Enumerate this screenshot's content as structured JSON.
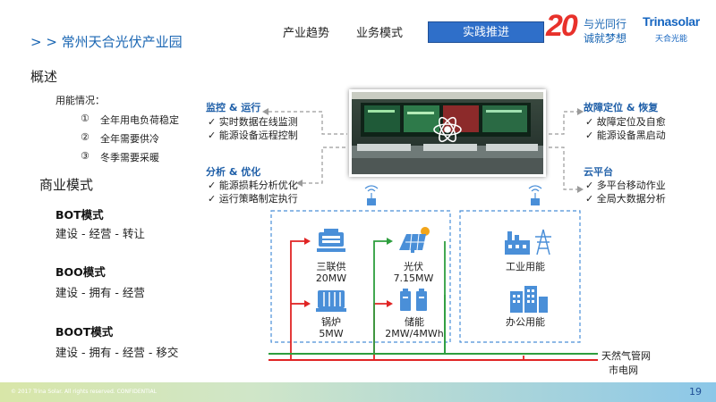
{
  "header": {
    "breadcrumb": "> > 常州天合光伏产业园",
    "nav": [
      "产业趋势",
      "业务模式",
      "实践推进"
    ],
    "active_nav": "实践推进",
    "logo_20_digits": "20",
    "logo_20_text": [
      "与光同行",
      "诚就梦想"
    ],
    "logo_brand": "Trinasolar",
    "logo_brand_sub": "天合光能"
  },
  "overview": {
    "title": "概述",
    "usage_label": "用能情况：",
    "items": [
      {
        "num": "①",
        "text": "全年用电负荷稳定"
      },
      {
        "num": "②",
        "text": "全年需要供冷"
      },
      {
        "num": "③",
        "text": "冬季需要采暖"
      }
    ]
  },
  "business": {
    "title": "商业模式",
    "models": [
      {
        "name": "BOT模式",
        "desc": "建设 - 经营 - 转让"
      },
      {
        "name": "BOO模式",
        "desc": "建设 - 拥有 - 经营"
      },
      {
        "name": "BOOT模式",
        "desc": "建设 - 拥有 - 经营 - 移交"
      }
    ]
  },
  "features": {
    "monitor": {
      "title": "监控 & 运行",
      "items": [
        "实时数据在线监测",
        "能源设备远程控制"
      ]
    },
    "analysis": {
      "title": "分析 & 优化",
      "items": [
        "能源损耗分析优化",
        "运行策略制定执行"
      ]
    },
    "fault": {
      "title": "故障定位 & 恢复",
      "items": [
        "故障定位及自愈",
        "能源设备黑启动"
      ]
    },
    "cloud": {
      "title": "云平台",
      "items": [
        "多平台移动作业",
        "全局大数据分析"
      ]
    }
  },
  "energy": {
    "trigen": {
      "name": "三联供",
      "capacity": "20MW"
    },
    "pv": {
      "name": "光伏",
      "capacity": "7.15MW"
    },
    "boiler": {
      "name": "锅炉",
      "capacity": "5MW"
    },
    "storage": {
      "name": "储能",
      "capacity": "2MW/4MWh"
    },
    "industrial": "工业用能",
    "office": "办公用能",
    "gas_line": "天然气管网",
    "power_line": "市电网"
  },
  "colors": {
    "brand_blue": "#1a66b3",
    "active_nav_bg": "#2f6fc9",
    "gas_line": "#2e9e3e",
    "power_line": "#e02424",
    "icon_blue": "#4a8fd8"
  },
  "footer": {
    "copyright": "© 2017 Trina Solar. All rights reserved. CONFIDENTIAL",
    "page_number": "19"
  }
}
